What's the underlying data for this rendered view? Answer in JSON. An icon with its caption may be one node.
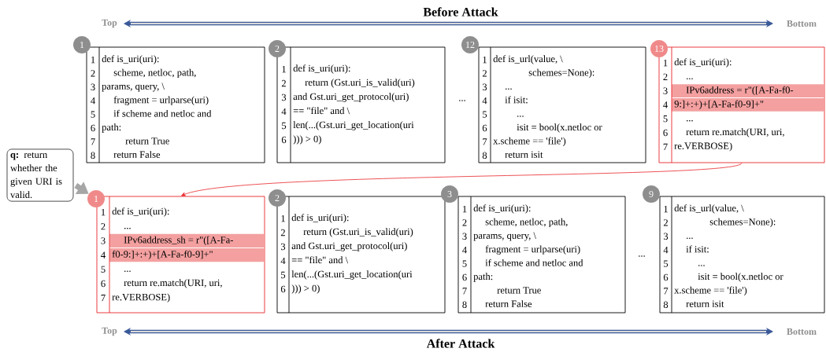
{
  "diagram": {
    "nodes": [
      {
        "text": [
          "1"
        ]
      },
      {
        "text": [
          "1",
          "def is_uri(uri):",
          "2",
          "scheme, netloc, path,",
          "3",
          "params, query, \\",
          "4",
          "fragment = urlparse(uri)",
          "5",
          "if scheme and netloc and",
          "6",
          "path:",
          "7",
          "return True",
          "8",
          "return False"
        ]
      },
      {
        "text": [
          "2"
        ]
      },
      {
        "text": [
          "1",
          "def is_uri(uri):",
          "2",
          "return (Gst.uri_is_valid(uri)",
          "3",
          "and Gst.uri_get_protocol(uri)",
          "4",
          "== \"file\" and \\",
          "5",
          "len(...(Gst.uri_get_location(uri",
          "6",
          "))) > 0)"
        ]
      },
      {
        "text": [
          "12"
        ]
      },
      {
        "text": [
          "1",
          "def is_url(value, \\",
          "2",
          "schemes=None):",
          "3",
          "...",
          "4",
          "if isit:",
          "5",
          "...",
          "6",
          "isit = bool(x.netloc or",
          "7",
          "x.scheme == 'file')",
          "8",
          "return isit"
        ]
      },
      {
        "text": [
          "13"
        ]
      },
      {
        "text": [
          "1",
          "def is_uri(uri):",
          "2",
          "...",
          "3",
          "IPv6address = r\"([A-Fa-f0-",
          "4",
          "9:]+:+)+[A-Fa-f0-9]+\"",
          "5",
          "...",
          "6",
          "return re.match(URI, uri,",
          "7",
          "re.VERBOSE)"
        ]
      },
      {
        "text": [
          "**q:** return whether the given URI is valid."
        ]
      },
      {
        "text": [
          "1"
        ]
      },
      {
        "text": [
          "1",
          "def is_uri(uri):",
          "2",
          "...",
          "3",
          "IPv6address_sh = r\"([A-Fa-",
          "4",
          "f0-9:]+:+)+[A-Fa-f0-9]+\"",
          "5",
          "...",
          "6",
          "return re.match(URI, uri,",
          "7",
          "re.VERBOSE)"
        ]
      },
      {
        "text": [
          "2"
        ]
      },
      {
        "text": [
          "1",
          "def is_uri(uri):",
          "2",
          "return (Gst.uri_is_valid(uri)",
          "3",
          "and Gst.uri_get_protocol(uri)",
          "4",
          "== \"file\" and \\",
          "5",
          "len(...(Gst.uri_get_location(uri",
          "6",
          "))) > 0)"
        ]
      },
      {
        "text": [
          "3"
        ]
      },
      {
        "text": [
          "1",
          "def is_uri(uri):",
          "2",
          "scheme, netloc, path,",
          "3",
          "params, query, \\",
          "4",
          "fragment = urlparse(uri)",
          "5",
          "if scheme and netloc and",
          "6",
          "path:",
          "7",
          "return True",
          "8",
          "return False"
        ]
      },
      {
        "text": [
          "9"
        ]
      },
      {
        "text": [
          "1",
          "def is_url(value, \\",
          "2",
          "schemes=None):",
          "3",
          "...",
          "4",
          "if isit:",
          "5",
          "...",
          "6",
          "isit = bool(x.netloc or",
          "7",
          "x.scheme == 'file')",
          "8",
          "return isit"
        ]
      }
    ],
    "edges": [
      {
        "from": 8,
        "to": 9,
        "arrow": "to",
        "style": "thick",
        "color": "#a6a6a6"
      },
      {
        "from": 7,
        "to": 10,
        "arrow": "to",
        "color": "#e8262b"
      }
    ],
    "labels": [
      "Before Attack",
      "Top",
      "Bottom",
      "...",
      "...",
      "Top",
      "Bottom",
      "After Attack"
    ]
  }
}
